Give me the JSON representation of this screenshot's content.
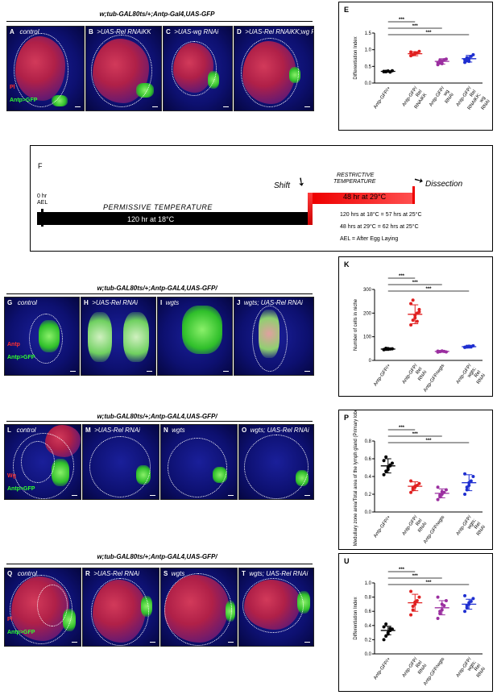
{
  "row1": {
    "title": "w;tub-GAL80ts/+;Antp-Gal4,UAS-GFP",
    "panels": [
      {
        "letter": "A",
        "label": "control"
      },
      {
        "letter": "B",
        "label": ">UAS-Rel RNAiKK"
      },
      {
        "letter": "C",
        "label": ">UAS-wg RNAi"
      },
      {
        "letter": "D",
        "label": ">UAS-Rel RNAiKK;wg RNAi"
      }
    ],
    "channels": [
      "Pl",
      "",
      "Antp>GFP"
    ]
  },
  "chartE": {
    "letter": "E",
    "chart_data": {
      "type": "scatter",
      "ylabel": "Differentiation Index",
      "ylim": [
        0.0,
        1.5
      ],
      "yticks": [
        "0.0",
        "0.5",
        "1.0",
        "1.5"
      ],
      "categories": [
        "Antp-GFP/+",
        "Antp-GFP/ Rel RNAiKK",
        "Antp-GFP/ wg RNAi",
        "Antp-GFP/ Rel RNAiKK; wg RNAi"
      ],
      "colors": [
        "#000000",
        "#e02020",
        "#9b2fa0",
        "#1f2fd0"
      ],
      "means": [
        0.35,
        0.88,
        0.65,
        0.73
      ],
      "sd": [
        0.02,
        0.06,
        0.08,
        0.1
      ],
      "points": [
        [
          0.34,
          0.35,
          0.36,
          0.33,
          0.37,
          0.35,
          0.34,
          0.36
        ],
        [
          0.82,
          0.85,
          0.88,
          0.9,
          0.95,
          0.93,
          0.86,
          0.91
        ],
        [
          0.55,
          0.6,
          0.65,
          0.7,
          0.72,
          0.62,
          0.68,
          0.58
        ],
        [
          0.62,
          0.68,
          0.73,
          0.8,
          0.85,
          0.7,
          0.76,
          0.65
        ]
      ],
      "significance": [
        "***",
        "***",
        "***"
      ]
    }
  },
  "panelF": {
    "letter": "F",
    "start_label": "0 hr",
    "start_label2": "AEL",
    "permissive": "PERMISSIVE TEMPERATURE",
    "permissive_time": "120 hr at 18°C",
    "shift": "Shift",
    "restrictive1": "RESTRICTIVE",
    "restrictive2": "TEMPERATURE",
    "restrictive_time": "48 hr at 29°C",
    "dissection": "Dissection",
    "note1": "120 hrs at 18°C = 57 hrs at 25°C",
    "note2": "48 hrs at 29°C = 62 hrs at 25°C",
    "note3": "AEL = After Egg Laying"
  },
  "row2": {
    "title": "w;tub-GAL80ts/+;Antp-GAL4,UAS-GFP/",
    "panels": [
      {
        "letter": "G",
        "label": "control"
      },
      {
        "letter": "H",
        "label": ">UAS-Rel RNAi"
      },
      {
        "letter": "I",
        "label": "wgts"
      },
      {
        "letter": "J",
        "label": "wgts; UAS-Rel RNAi"
      }
    ],
    "channels": [
      "Antp",
      "",
      "Antp>GFP"
    ]
  },
  "chartK": {
    "letter": "K",
    "chart_data": {
      "type": "scatter",
      "ylabel": "Number of cells in niche",
      "ylim": [
        0,
        300
      ],
      "yticks": [
        "0",
        "100",
        "200",
        "300"
      ],
      "categories": [
        "Antp-GFP/+",
        "Antp-GFP/ Rel RNAi",
        "Antp-GFP/wgts",
        "Antp-GFP/ wgts; Rel RNAi"
      ],
      "colors": [
        "#000000",
        "#e02020",
        "#9b2fa0",
        "#1f2fd0"
      ],
      "means": [
        48,
        195,
        38,
        58
      ],
      "sd": [
        3,
        40,
        4,
        6
      ],
      "points": [
        [
          45,
          47,
          50,
          48,
          49,
          46,
          51,
          47
        ],
        [
          150,
          170,
          190,
          200,
          215,
          240,
          255,
          180,
          165,
          205
        ],
        [
          35,
          37,
          40,
          38,
          36,
          39
        ],
        [
          55,
          57,
          60,
          58,
          62,
          56,
          59
        ]
      ],
      "significance": [
        "***",
        "***",
        "***"
      ]
    }
  },
  "row3": {
    "title": "w;tub-GAL80ts/+;Antp-GAL4,UAS-GFP/",
    "panels": [
      {
        "letter": "L",
        "label": "control"
      },
      {
        "letter": "M",
        "label": ">UAS-Rel RNAi"
      },
      {
        "letter": "N",
        "label": "wgts"
      },
      {
        "letter": "O",
        "label": "wgts; UAS-Rel RNAi"
      }
    ],
    "channels": [
      "Wg",
      "",
      "Antp>GFP"
    ]
  },
  "chartP": {
    "letter": "P",
    "chart_data": {
      "type": "scatter",
      "ylabel": "Medullary zone area/Total area of the lymph gland (Primary lobe)",
      "ylim": [
        0.0,
        0.8
      ],
      "yticks": [
        "0.0",
        "0.2",
        "0.4",
        "0.6",
        "0.8"
      ],
      "categories": [
        "Antp-GFP/+",
        "Antp-GFP/ Rel RNAi",
        "Antp-GFP/wgts",
        "Antp-GFP/ wgts; Rel RNAi"
      ],
      "colors": [
        "#000000",
        "#e02020",
        "#9b2fa0",
        "#1f2fd0"
      ],
      "means": [
        0.52,
        0.29,
        0.21,
        0.33
      ],
      "sd": [
        0.08,
        0.05,
        0.05,
        0.09
      ],
      "points": [
        [
          0.42,
          0.46,
          0.5,
          0.53,
          0.55,
          0.58,
          0.62,
          0.48,
          0.52
        ],
        [
          0.22,
          0.25,
          0.28,
          0.3,
          0.32,
          0.35,
          0.27,
          0.29
        ],
        [
          0.14,
          0.17,
          0.2,
          0.22,
          0.25,
          0.28,
          0.19,
          0.23
        ],
        [
          0.2,
          0.25,
          0.3,
          0.35,
          0.4,
          0.43,
          0.28,
          0.33
        ]
      ],
      "significance": [
        "***",
        "***",
        "***"
      ]
    }
  },
  "row4": {
    "title": "w;tub-GAL80ts/+;Antp-GAL4,UAS-GFP/",
    "panels": [
      {
        "letter": "Q",
        "label": "control"
      },
      {
        "letter": "R",
        "label": ">UAS-Rel RNAi"
      },
      {
        "letter": "S",
        "label": "wgts"
      },
      {
        "letter": "T",
        "label": "wgts; UAS-Rel RNAi"
      }
    ],
    "channels": [
      "Pl",
      "",
      "Antp>GFP"
    ]
  },
  "chartU": {
    "letter": "U",
    "chart_data": {
      "type": "scatter",
      "ylabel": "Differentiation Index",
      "ylim": [
        0.0,
        1.0
      ],
      "yticks": [
        "0.0",
        "0.2",
        "0.4",
        "0.6",
        "0.8",
        "1.0"
      ],
      "categories": [
        "Antp-GFP/+",
        "Antp-GFP/ Rel RNAi",
        "Antp-GFP/wgts",
        "Antp-GFP/ wgts; Rel RNAi"
      ],
      "colors": [
        "#000000",
        "#e02020",
        "#9b2fa0",
        "#1f2fd0"
      ],
      "means": [
        0.33,
        0.72,
        0.65,
        0.7
      ],
      "sd": [
        0.06,
        0.12,
        0.1,
        0.07
      ],
      "points": [
        [
          0.2,
          0.25,
          0.3,
          0.33,
          0.35,
          0.38,
          0.42,
          0.28,
          0.36
        ],
        [
          0.55,
          0.62,
          0.7,
          0.75,
          0.8,
          0.88,
          0.67,
          0.73
        ],
        [
          0.5,
          0.57,
          0.62,
          0.68,
          0.75,
          0.8,
          0.6,
          0.7
        ],
        [
          0.6,
          0.65,
          0.7,
          0.74,
          0.78,
          0.82,
          0.68,
          0.72
        ]
      ],
      "significance": [
        "***",
        "***",
        "***"
      ]
    }
  }
}
